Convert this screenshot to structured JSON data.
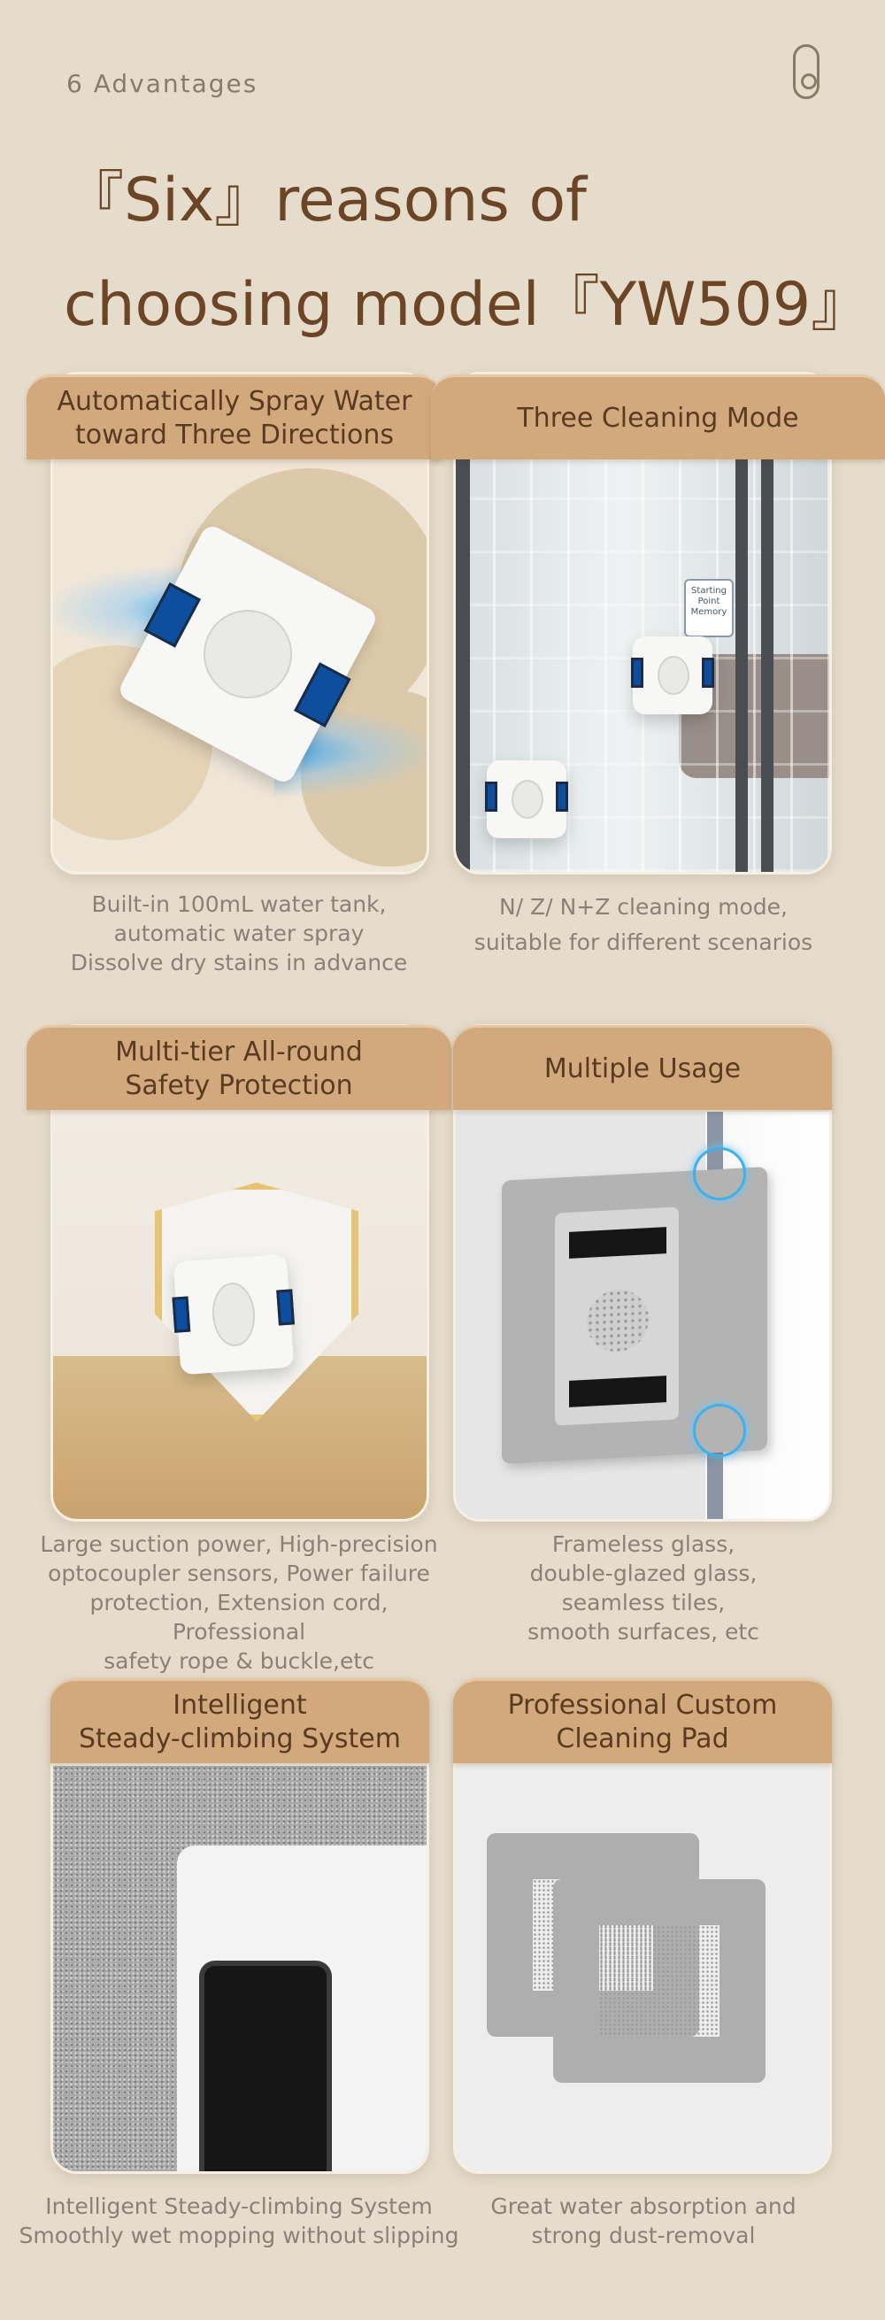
{
  "header": {
    "eyebrow": "6 Advantages",
    "headline_line1": "『Six』reasons of",
    "headline_line2": "choosing model『YW509』"
  },
  "cards": [
    {
      "title": "Automatically Spray Water\ntoward Three Directions",
      "description": "Built-in 100mL water tank,\nautomatic water spray\nDissolve dry stains in advance"
    },
    {
      "title": "Three Cleaning Mode",
      "description": "N/ Z/ N+Z cleaning mode,\nsuitable for different scenarios",
      "overlay_label": "Starting Point Memory"
    },
    {
      "title": "Multi-tier All-round\nSafety Protection",
      "description": "Large suction power, High-precision\noptocoupler sensors, Power failure\nprotection, Extension cord, Professional\nsafety rope & buckle,etc"
    },
    {
      "title": "Multiple Usage",
      "description": "Frameless glass,\ndouble-glazed glass,\nseamless tiles,\nsmooth surfaces, etc"
    },
    {
      "title": "Intelligent\nSteady-climbing System",
      "description": "Intelligent Steady-climbing System\nSmoothly wet mopping without slipping"
    },
    {
      "title": "Professional Custom\nCleaning Pad",
      "description": "Great water absorption and\nstrong dust-removal"
    }
  ],
  "colors": {
    "background": "#e5dccb",
    "tab": "#d1a97d",
    "headline": "#6b4526",
    "description": "#8b8078"
  },
  "icons": [
    "phone-icon"
  ]
}
